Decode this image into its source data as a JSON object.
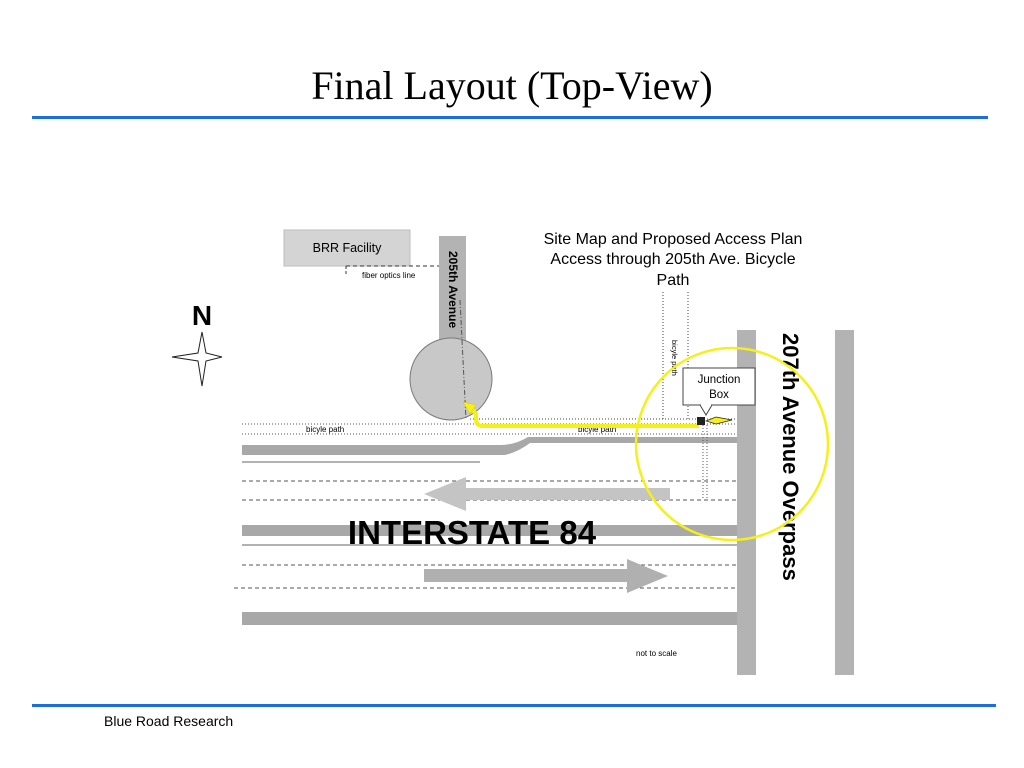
{
  "slide": {
    "title": "Final Layout (Top-View)",
    "footer": "Blue Road Research",
    "accent_color": "#1c6ee0"
  },
  "map": {
    "facility_label": "BRR Facility",
    "fiber_label": "fiber optics line",
    "avenue_205_label": "205th Avenue",
    "avenue_207_label": "207th Avenue Overpass",
    "interstate_label": "INTERSTATE 84",
    "bicycle_path_left": "bicyle path",
    "bicycle_path_mid": "bicyle path",
    "bicycle_path_vertical": "bicyle path",
    "junction_label_line1": "Junction",
    "junction_label_line2": "Box",
    "plan_title_line1": "Site Map and Proposed Access Plan",
    "plan_title_line2": "Access through 205th Ave. Bicycle",
    "plan_title_line3": "Path",
    "not_to_scale": "not to scale",
    "compass_label": "N",
    "highlight_color": "#f5ef1a",
    "road_color": "#b3b3b3"
  }
}
